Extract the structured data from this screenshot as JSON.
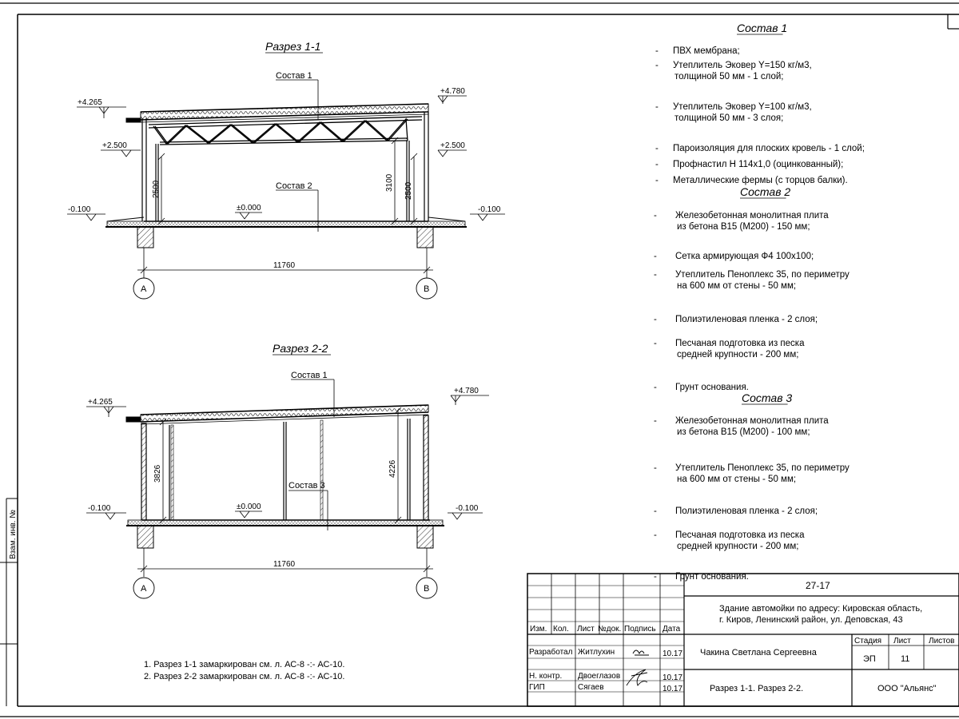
{
  "sections": [
    {
      "title": "Разрез 1-1",
      "roof_label": "Состав 1",
      "floor_label": "Состав 2",
      "elev_left_top": "+4.265",
      "elev_right_top": "+4.780",
      "elev_left_mid": "+2.500",
      "elev_right_mid": "+2.500",
      "elev_left_ground": "-0.100",
      "elev_right_ground": "-0.100",
      "elev_floor": "±0.000",
      "dim_left": "2500",
      "dim_right_a": "3100",
      "dim_right_b": "2500",
      "span": "11760",
      "axis_left": "А",
      "axis_right": "В"
    },
    {
      "title": "Разрез 2-2",
      "roof_label": "Состав 1",
      "floor_label": "Состав 3",
      "elev_left_top": "+4.265",
      "elev_right_top": "+4.780",
      "elev_left_ground": "-0.100",
      "elev_right_ground": "-0.100",
      "elev_floor": "±0.000",
      "dim_left": "3826",
      "dim_right": "4226",
      "span": "11760",
      "axis_left": "А",
      "axis_right": "В"
    }
  ],
  "notes": [
    "1. Разрез 1-1 замаркирован см. л. АС-8 -:- АС-10.",
    "2. Разрез 2-2 замаркирован см. л. АС-8 -:- АС-10."
  ],
  "specs": [
    {
      "title": "Состав 1",
      "items": [
        [
          "ПВХ мембрана;"
        ],
        [
          "Утеплитель Эковер Y=150 кг/м3,",
          "толщиной 50 мм - 1 слой;"
        ],
        [
          "Утеплитель Эковер Y=100 кг/м3,",
          "толщиной 50 мм - 3 слоя;"
        ],
        [
          "Пароизоляция для плоских кровель - 1 слой;"
        ],
        [
          "Профнастил Н 114х1,0 (оцинкованный);"
        ],
        [
          "Металлические фермы (с торцов балки)."
        ]
      ]
    },
    {
      "title": "Состав 2",
      "items": [
        [
          "Железобетонная  монолитная плита",
          "из бетона В15 (М200)            - 150 мм;"
        ],
        [
          "Сетка армирующая Ф4 100х100;"
        ],
        [
          "Утеплитель Пеноплекс 35, по периметру",
          "на 600 мм от стены              - 50 мм;"
        ],
        [
          "Полиэтиленовая пленка - 2 слоя;"
        ],
        [
          "Песчаная подготовка из песка",
          "средней крупности               - 200 мм;"
        ],
        [
          "Грунт основания."
        ]
      ]
    },
    {
      "title": "Состав 3",
      "items": [
        [
          "Железобетонная  монолитная плита",
          "из бетона В15 (М200)          - 100 мм;"
        ],
        [
          "Утеплитель Пеноплекс 35, по периметру",
          "на 600 мм от стены              - 50 мм;"
        ],
        [
          "Полиэтиленовая пленка - 2 слоя;"
        ],
        [
          "Песчаная подготовка из песка",
          "средней крупности               - 200 мм;"
        ],
        [
          "Грунт основания."
        ]
      ]
    }
  ],
  "title_block": {
    "code": "27-17",
    "project_line1": "Здание автомойки по адресу: Кировская область,",
    "project_line2": "г. Киров, Ленинский район, ул. Деповская, 43",
    "col_izm": "Изм.",
    "col_kol": "Кол.",
    "col_list": "Лист",
    "col_ndok": "№док.",
    "col_podpis": "Подпись",
    "col_data": "Дата",
    "rows": [
      {
        "role": "Разработал",
        "name": "Житлухин",
        "date": "10.17"
      },
      {
        "role": "Н. контр.",
        "name": "Двоеглазов",
        "date": "10.17"
      },
      {
        "role": "ГИП",
        "name": "Сягаев",
        "date": "10.17"
      }
    ],
    "author": "Чакина Светлана Сергеевна",
    "stage_label": "Стадия",
    "sheet_label": "Лист",
    "sheets_label": "Листов",
    "stage": "ЭП",
    "sheet": "11",
    "sheet_title": "Разрез 1-1. Разрез 2-2.",
    "company": "ООО \"Альянс\""
  },
  "side_stamp": {
    "label": "Взам. инв. №"
  }
}
